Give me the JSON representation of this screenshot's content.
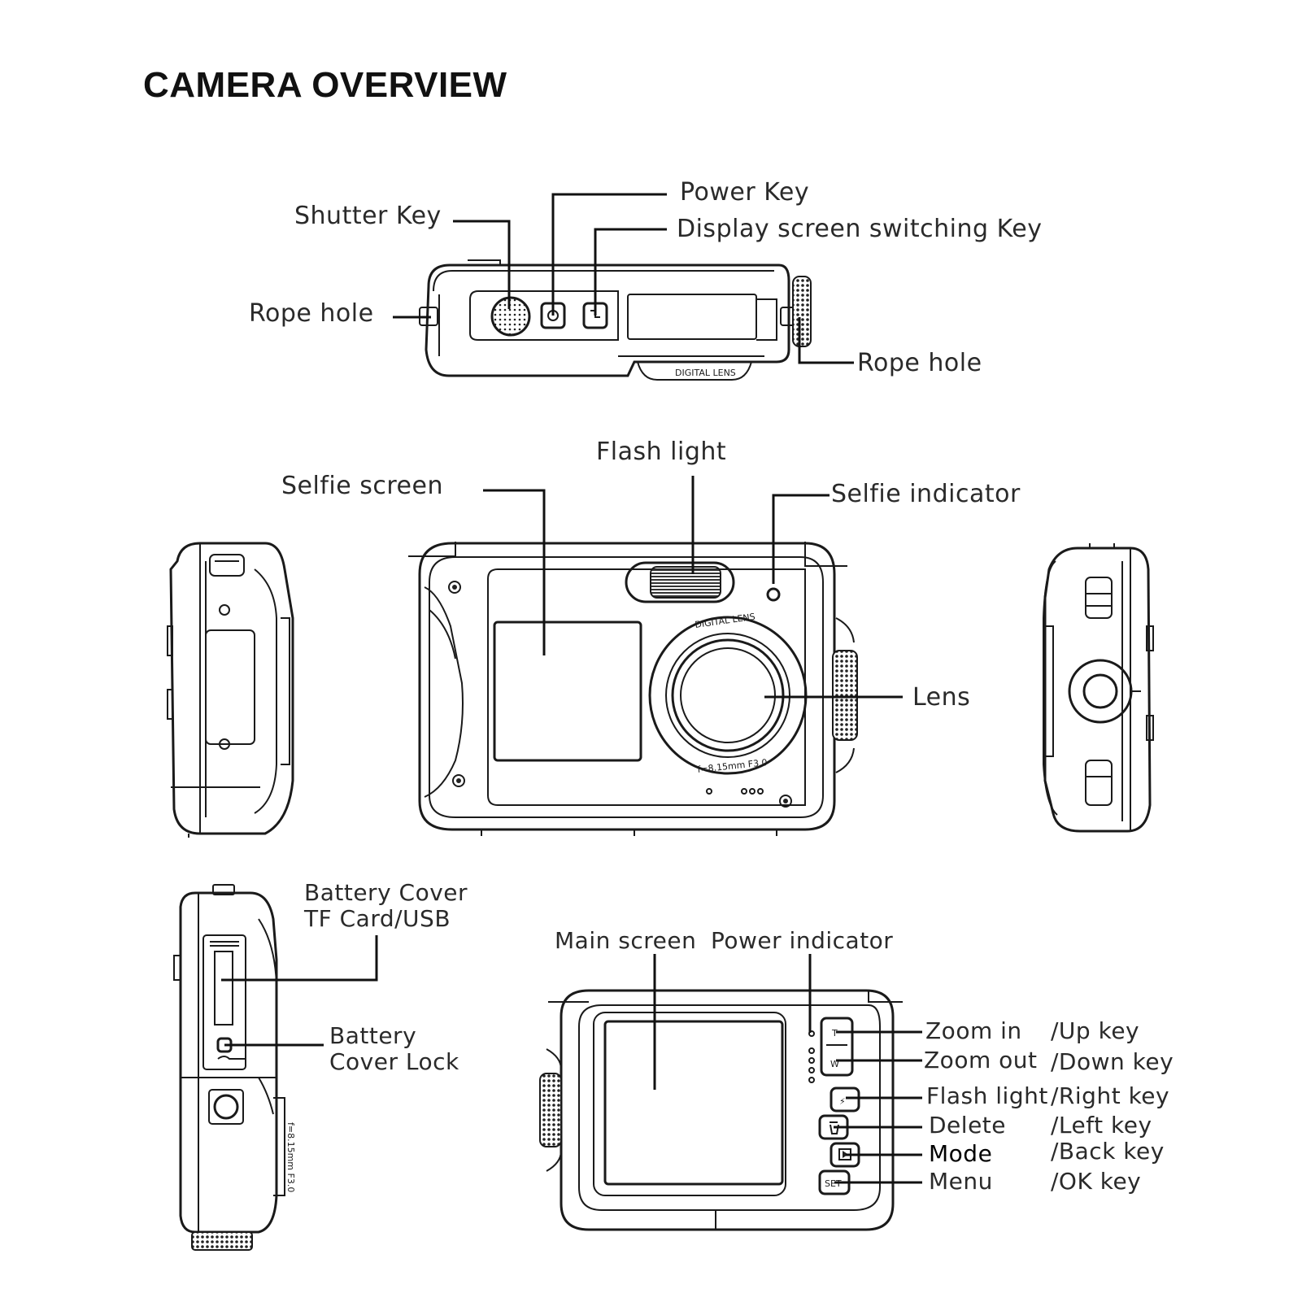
{
  "title": "CAMERA OVERVIEW",
  "top_view": {
    "shutter_key": "Shutter Key",
    "power_key": "Power Key",
    "display_switch_key": "Display screen switching Key",
    "rope_hole_left": "Rope hole",
    "rope_hole_right": "Rope hole",
    "lens_marking": "DIGITAL LENS"
  },
  "front_view": {
    "flash_light": "Flash light",
    "selfie_screen": "Selfie screen",
    "selfie_indicator": "Selfie indicator",
    "lens": "Lens",
    "lens_ring_text": "DIGITAL LENS",
    "lens_spec_text": "f=8.15mm F3.0"
  },
  "side_view": {
    "battery_cover_line1": "Battery Cover",
    "battery_cover_line2": "TF Card/USB",
    "battery_cover_lock_line1": "Battery",
    "battery_cover_lock_line2": "Cover Lock",
    "lens_spec_text": "f=8.15mm F3.0"
  },
  "back_view": {
    "main_screen": "Main screen",
    "power_indicator": "Power indicator",
    "buttons": [
      {
        "name": "Zoom in",
        "alt": "/Up key",
        "glyph": "T"
      },
      {
        "name": "Zoom out",
        "alt": "/Down key",
        "glyph": "W"
      },
      {
        "name": "Flash light",
        "alt": "/Right key",
        "glyph": "⚡"
      },
      {
        "name": "Delete",
        "alt": "/Left key",
        "glyph": "🗑"
      },
      {
        "name": "Mode",
        "alt": "/Back key",
        "glyph": "▶"
      },
      {
        "name": "Menu",
        "alt": "/OK key",
        "glyph": "SET"
      }
    ]
  }
}
